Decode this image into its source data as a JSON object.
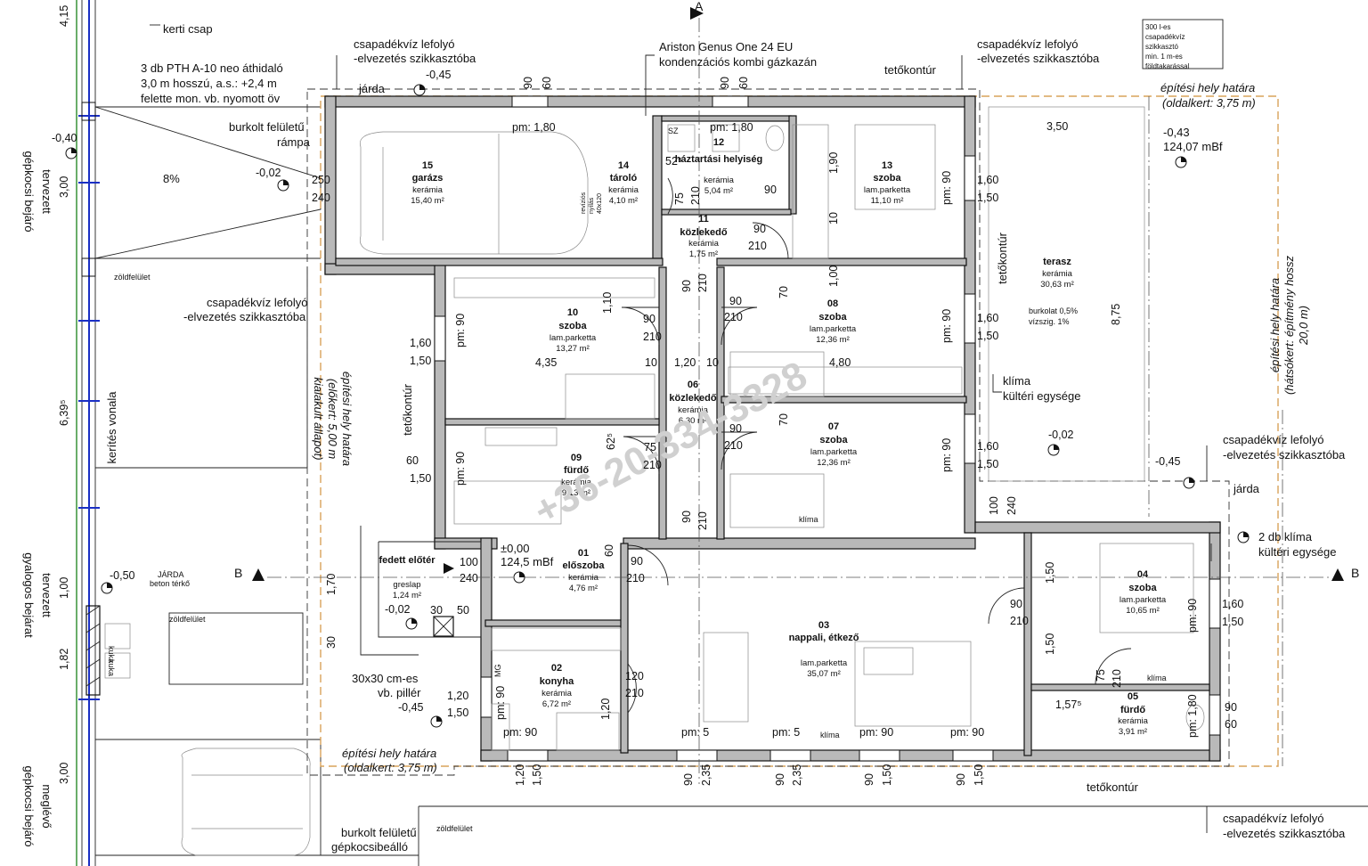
{
  "rooms": [
    {
      "no": "15",
      "name": "garázs",
      "material": "kerámia",
      "area": "15,40 m²"
    },
    {
      "no": "14",
      "name": "tároló",
      "material": "kerámia",
      "area": "4,10 m²"
    },
    {
      "no": "12",
      "name": "háztartási helyiség",
      "material": "kerámia",
      "area": "5,04 m²"
    },
    {
      "no": "13",
      "name": "szoba",
      "material": "lam.parketta",
      "area": "11,10 m²"
    },
    {
      "no": "11",
      "name": "közlekedő",
      "material": "kerámia",
      "area": "1,75 m²"
    },
    {
      "no": "10",
      "name": "szoba",
      "material": "lam.parketta",
      "area": "13,27 m²"
    },
    {
      "no": "08",
      "name": "szoba",
      "material": "lam.parketta",
      "area": "12,36 m²"
    },
    {
      "no": "06",
      "name": "közlekedő",
      "material": "kerámia",
      "area": "6,30 m²"
    },
    {
      "no": "09",
      "name": "fürdő",
      "material": "kerámia",
      "area": "9,13 m²"
    },
    {
      "no": "07",
      "name": "szoba",
      "material": "lam.parketta",
      "area": "12,36 m²"
    },
    {
      "no": "01",
      "name": "előszoba",
      "material": "kerámia",
      "area": "4,76 m²"
    },
    {
      "no": "04",
      "name": "szoba",
      "material": "lam.parketta",
      "area": "10,65 m²"
    },
    {
      "no": "03",
      "name": "nappali, étkező",
      "material": "lam.parketta",
      "area": "35,07 m²"
    },
    {
      "no": "02",
      "name": "konyha",
      "material": "kerámia",
      "area": "6,72 m²"
    },
    {
      "no": "05",
      "name": "fürdő",
      "material": "kerámia",
      "area": "3,91 m²"
    },
    {
      "no": "",
      "name": "terasz",
      "material": "kerámia",
      "area": "30,63 m²"
    },
    {
      "no": "",
      "name": "fedett előtér",
      "material": "greslap",
      "area": "1,24 m²"
    }
  ],
  "annotations": {
    "kerti_csap": "kerti csap",
    "section_a": "A",
    "section_b": "B",
    "downpipe": "csapadékvíz lefolyó",
    "downpipe_2": "-elvezetés szikkasztóba",
    "boiler_1": "Ariston Genus One 24 EU",
    "boiler_2": "kondenzációs kombi gázkazán",
    "lintel_1": "3 db PTH A-10 neo áthidaló",
    "lintel_2": "3,0 m hosszú, a.s.: +2,4 m",
    "lintel_3": "felette mon. vb. nyomott öv",
    "tetokontur": "tetőkontúr",
    "jarda": "járda",
    "jarda_caps": "JÁRDA",
    "beton_terko": "beton térkő",
    "burkolt_rampa_1": "burkolt felületű",
    "burkolt_rampa_2": "rámpa",
    "slope": "8%",
    "zoldfelulet": "zöldfelület",
    "kerites": "kerítés vonala",
    "tervezett_gepkocsi_1": "tervezett",
    "tervezett_gepkocsi_2": "gépkocsi bejáró",
    "tervezett_gyalogos_1": "tervezett",
    "tervezett_gyalogos_2": "gyalogos bejárat",
    "meglevo_1": "meglévő",
    "meglevo_2": "gépkocsi bejáró",
    "epitesi_hely": "építési hely határa",
    "oldalkert": "(oldalkert: 3,75 m)",
    "elokert_1": "(előkert: 5,00 m",
    "elokert_2": "kialakult állapot)",
    "hatsokert_1": "(hátsókert: építmény hossz",
    "hatsokert_2": "20,0 m)",
    "klima_1": "klíma",
    "klima_2": "kültéri egysége",
    "klima_ket_1": "2 db klíma",
    "klima_ket_2": "kültéri egysége",
    "pillér_1": "30x30 cm-es",
    "pillér_2": "vb. pillér",
    "parking_1": "burkolt felületű",
    "parking_2": "gépkocsibeálló",
    "burkolat": "burkolat 0,5%",
    "vizszig": "vízszig. 1%",
    "tank_1": "300 l-es",
    "tank_2": "csapadékvíz",
    "tank_3": "szikkasztó",
    "tank_4": "min. 1 m-es",
    "tank_5": "földtakarással",
    "elev_1": "-0,43",
    "elev_2": "124,07 mBf",
    "entrance_elev_1": "±0,00",
    "entrance_elev_2": "124,5 mBf",
    "revizios_1": "revíziós",
    "revizios_2": "nyílás",
    "revizios_3": "40x120",
    "kuka": "kuka",
    "sz": "SZ",
    "mg": "MG",
    "klima_unit": "klíma",
    "watermark": "+36-20-334-3328"
  },
  "dimensions": {
    "d_m045": "-0,45",
    "d_m040": "-0,40",
    "d_m002": "-0,02",
    "d_m050": "-0,50",
    "d_pm180": "pm: 1,80",
    "d_pm90": "pm: 90",
    "d_pm5": "pm: 5",
    "d_90": "90",
    "d_60": "60",
    "d_350": "3,50",
    "d_250": "250",
    "d_240": "240",
    "d_525": "52⁵",
    "d_75": "75",
    "d_210": "210",
    "d_190": "1,90",
    "d_10": "10",
    "d_160": "1,60",
    "d_150": "1,50",
    "d_110": "1,10",
    "d_435": "4,35",
    "d_120": "1,20",
    "d_480": "4,80",
    "d_70": "70",
    "d_100": "1,00",
    "d_875": "8,75",
    "d_625": "62⁵",
    "d_100b": "100",
    "d_170": "1,70",
    "d_30": "30",
    "d_50": "50",
    "d_120b": "120",
    "d_157": "1,57⁵",
    "d_235": "2,35",
    "d_182": "1,82",
    "d_415": "4,15",
    "d_300": "3,00",
    "d_6395": "6,39⁵"
  }
}
